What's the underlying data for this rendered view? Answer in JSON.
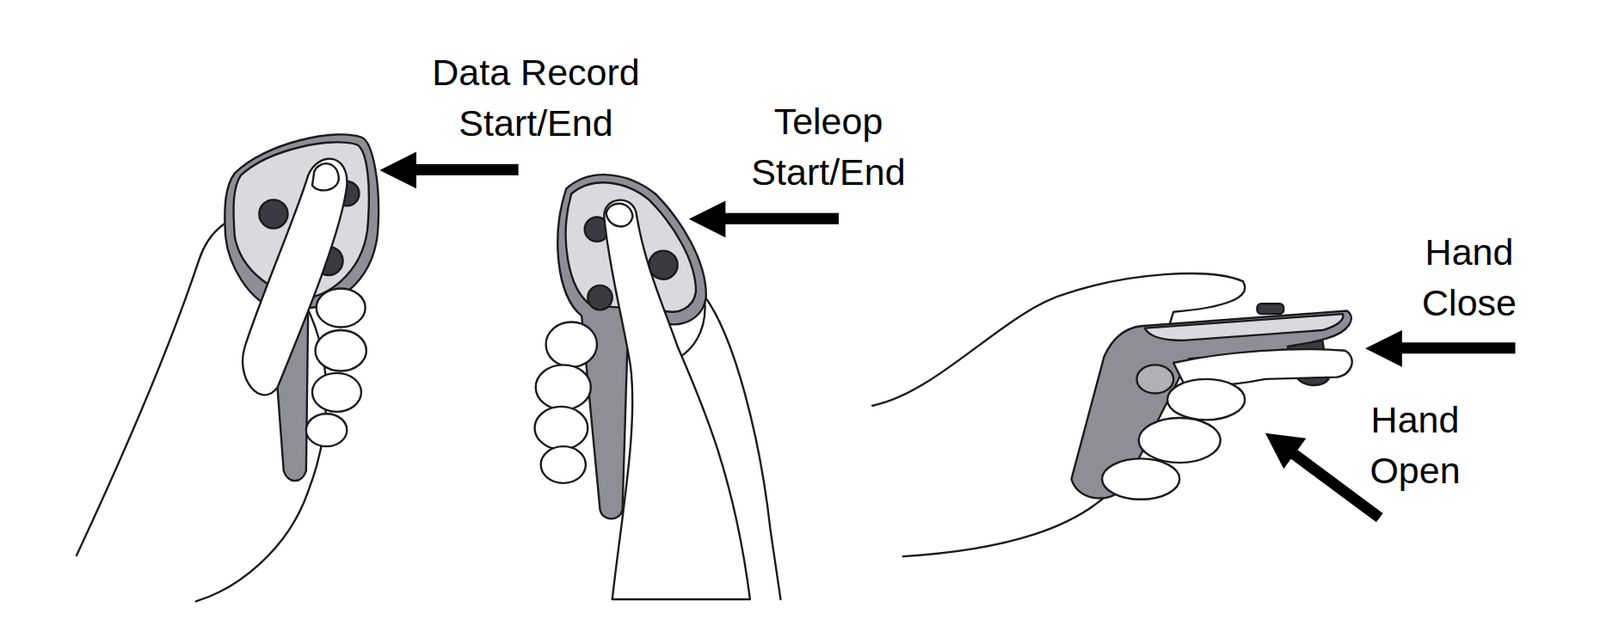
{
  "diagram": {
    "labels": [
      "Data Record Start/End",
      "Teleop Start/End",
      "Hand Close",
      "Hand Open"
    ]
  }
}
